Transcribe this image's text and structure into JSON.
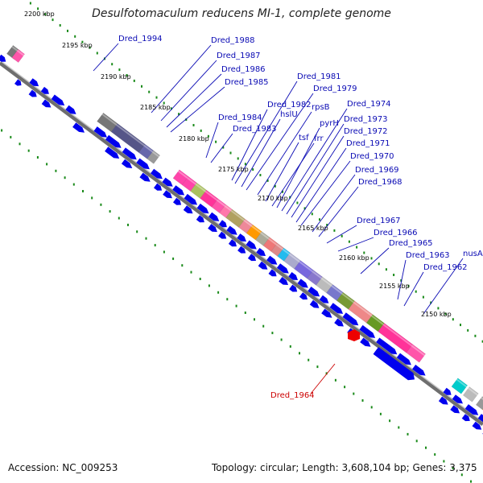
{
  "title": "Desulfotomaculum reducens MI-1, complete genome",
  "footer": {
    "accession": "Accession: NC_009253",
    "topology": "Topology: circular; Length: 3,608,104 bp; Genes: 3,375"
  },
  "ticks": [
    "2200 kbp",
    "2195 kbp",
    "2190 kbp",
    "2185 kbp",
    "2180 kbp",
    "2175 kbp",
    "2170 kbp",
    "2165 kbp",
    "2160 kbp",
    "2155 kbp",
    "2150 kbp"
  ],
  "genes_forward": [
    "Dred_1994",
    "Dred_1988",
    "Dred_1987",
    "Dred_1986",
    "Dred_1985",
    "Dred_1984",
    "Dred_1983",
    "Dred_1982",
    "hslU",
    "Dred_1981",
    "Dred_1979",
    "rpsB",
    "tsf",
    "frr",
    "pyrH",
    "Dred_1974",
    "Dred_1973",
    "Dred_1972",
    "Dred_1971",
    "Dred_1970",
    "Dred_1969",
    "Dred_1968",
    "Dred_1967",
    "Dred_1966",
    "Dred_1965",
    "Dred_1963",
    "Dred_1962",
    "nusA"
  ],
  "genes_reverse": [
    "Dred_1964"
  ],
  "colors": {
    "forward_arrow": "#0000ee",
    "reverse_arrow": "#ee0000",
    "label_forward": "#0a0ab4",
    "label_reverse": "#cc0000",
    "tick_dots": "#1a8a1a",
    "backbone": "#777777"
  }
}
